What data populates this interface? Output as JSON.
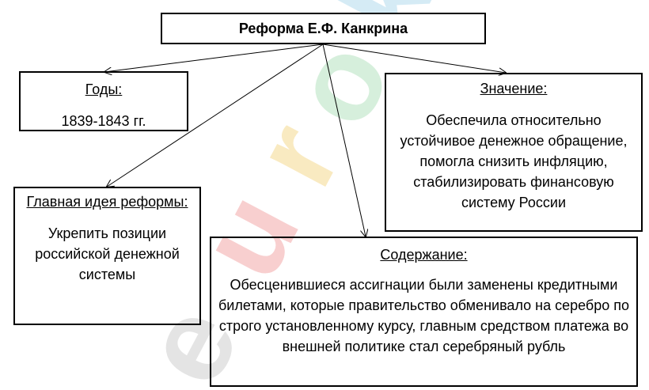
{
  "title": "Реформа Е.Ф. Канкрина",
  "years": {
    "heading": "Годы:",
    "text": "1839-1843 гг."
  },
  "idea": {
    "heading": "Главная идея реформы:",
    "text": "Укрепить позиции российской денежной системы"
  },
  "meaning": {
    "heading": "Значение:",
    "text": "Обеспечила относительно устойчивое денежное обращение, помогла снизить инфляцию, стабилизировать финансовую систему России"
  },
  "content": {
    "heading": "Содержание:",
    "text": "Обесценившиеся ассигнации были заменены кредитными билетами, которые правительство обменивало на серебро по строго установленному курсу, главным средством платежа во внешней политике стал серебряный рубль"
  },
  "watermark": {
    "text": "euroki",
    "colors": [
      "#d9d9d9",
      "#f4b6b6",
      "#f7e0a0",
      "#bfe6c8",
      "#bde0ef"
    ]
  }
}
